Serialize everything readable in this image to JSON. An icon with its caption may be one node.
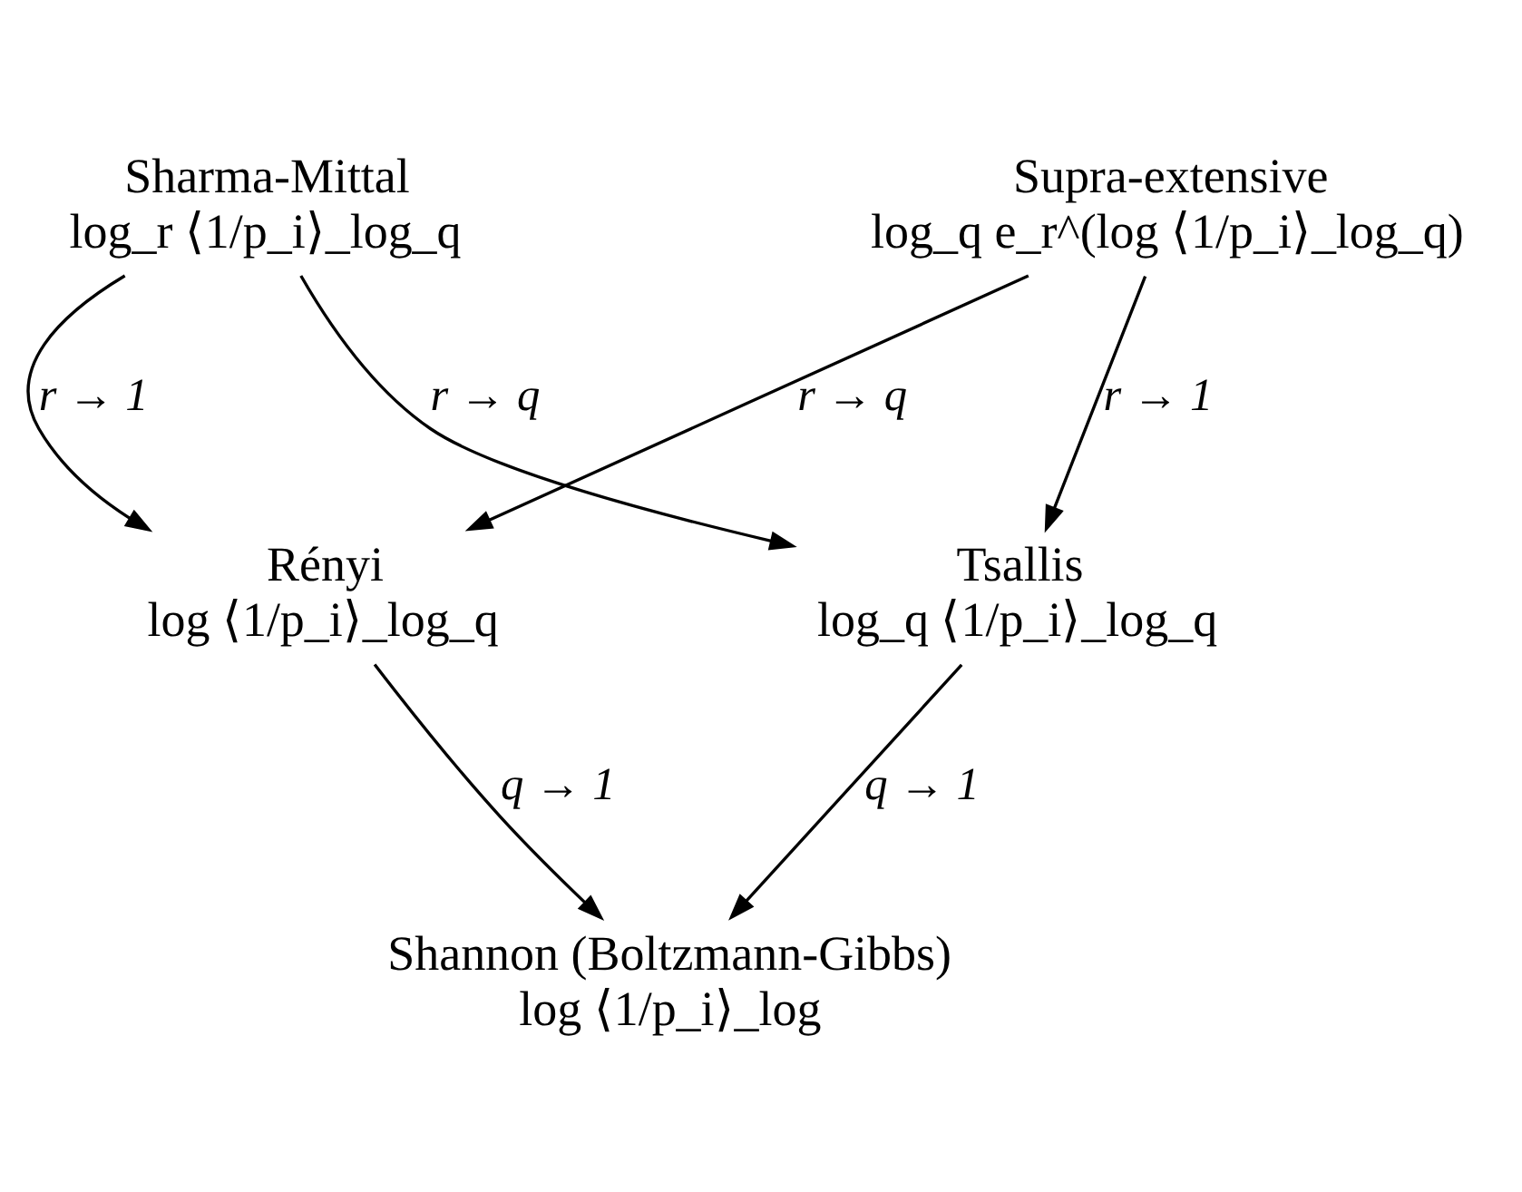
{
  "diagram": {
    "nodes": [
      {
        "text": [
          "Sharma-Mittal",
          "log_r ⟨1/p_i⟩_log_q"
        ]
      },
      {
        "text": [
          "Supra-extensive",
          "log_q e_r^(log ⟨1/p_i⟩_log_q)"
        ]
      },
      {
        "text": [
          "Rényi",
          "log ⟨1/p_i⟩_log_q"
        ]
      },
      {
        "text": [
          "Tsallis",
          "log_q ⟨1/p_i⟩_log_q"
        ]
      },
      {
        "text": [
          "Shannon (Boltzmann-Gibbs)",
          "log ⟨1/p_i⟩_log"
        ]
      }
    ],
    "edges": [
      {
        "from": 0,
        "to": 2,
        "arrow": "to",
        "label": "r → 1"
      },
      {
        "from": 0,
        "to": 3,
        "arrow": "to",
        "label": "r → q"
      },
      {
        "from": 1,
        "to": 2,
        "arrow": "to",
        "label": "r → q"
      },
      {
        "from": 1,
        "to": 3,
        "arrow": "to",
        "label": "r → 1"
      },
      {
        "from": 2,
        "to": 4,
        "arrow": "to",
        "label": "q → 1"
      },
      {
        "from": 3,
        "to": 4,
        "arrow": "to",
        "label": "q → 1"
      }
    ]
  }
}
